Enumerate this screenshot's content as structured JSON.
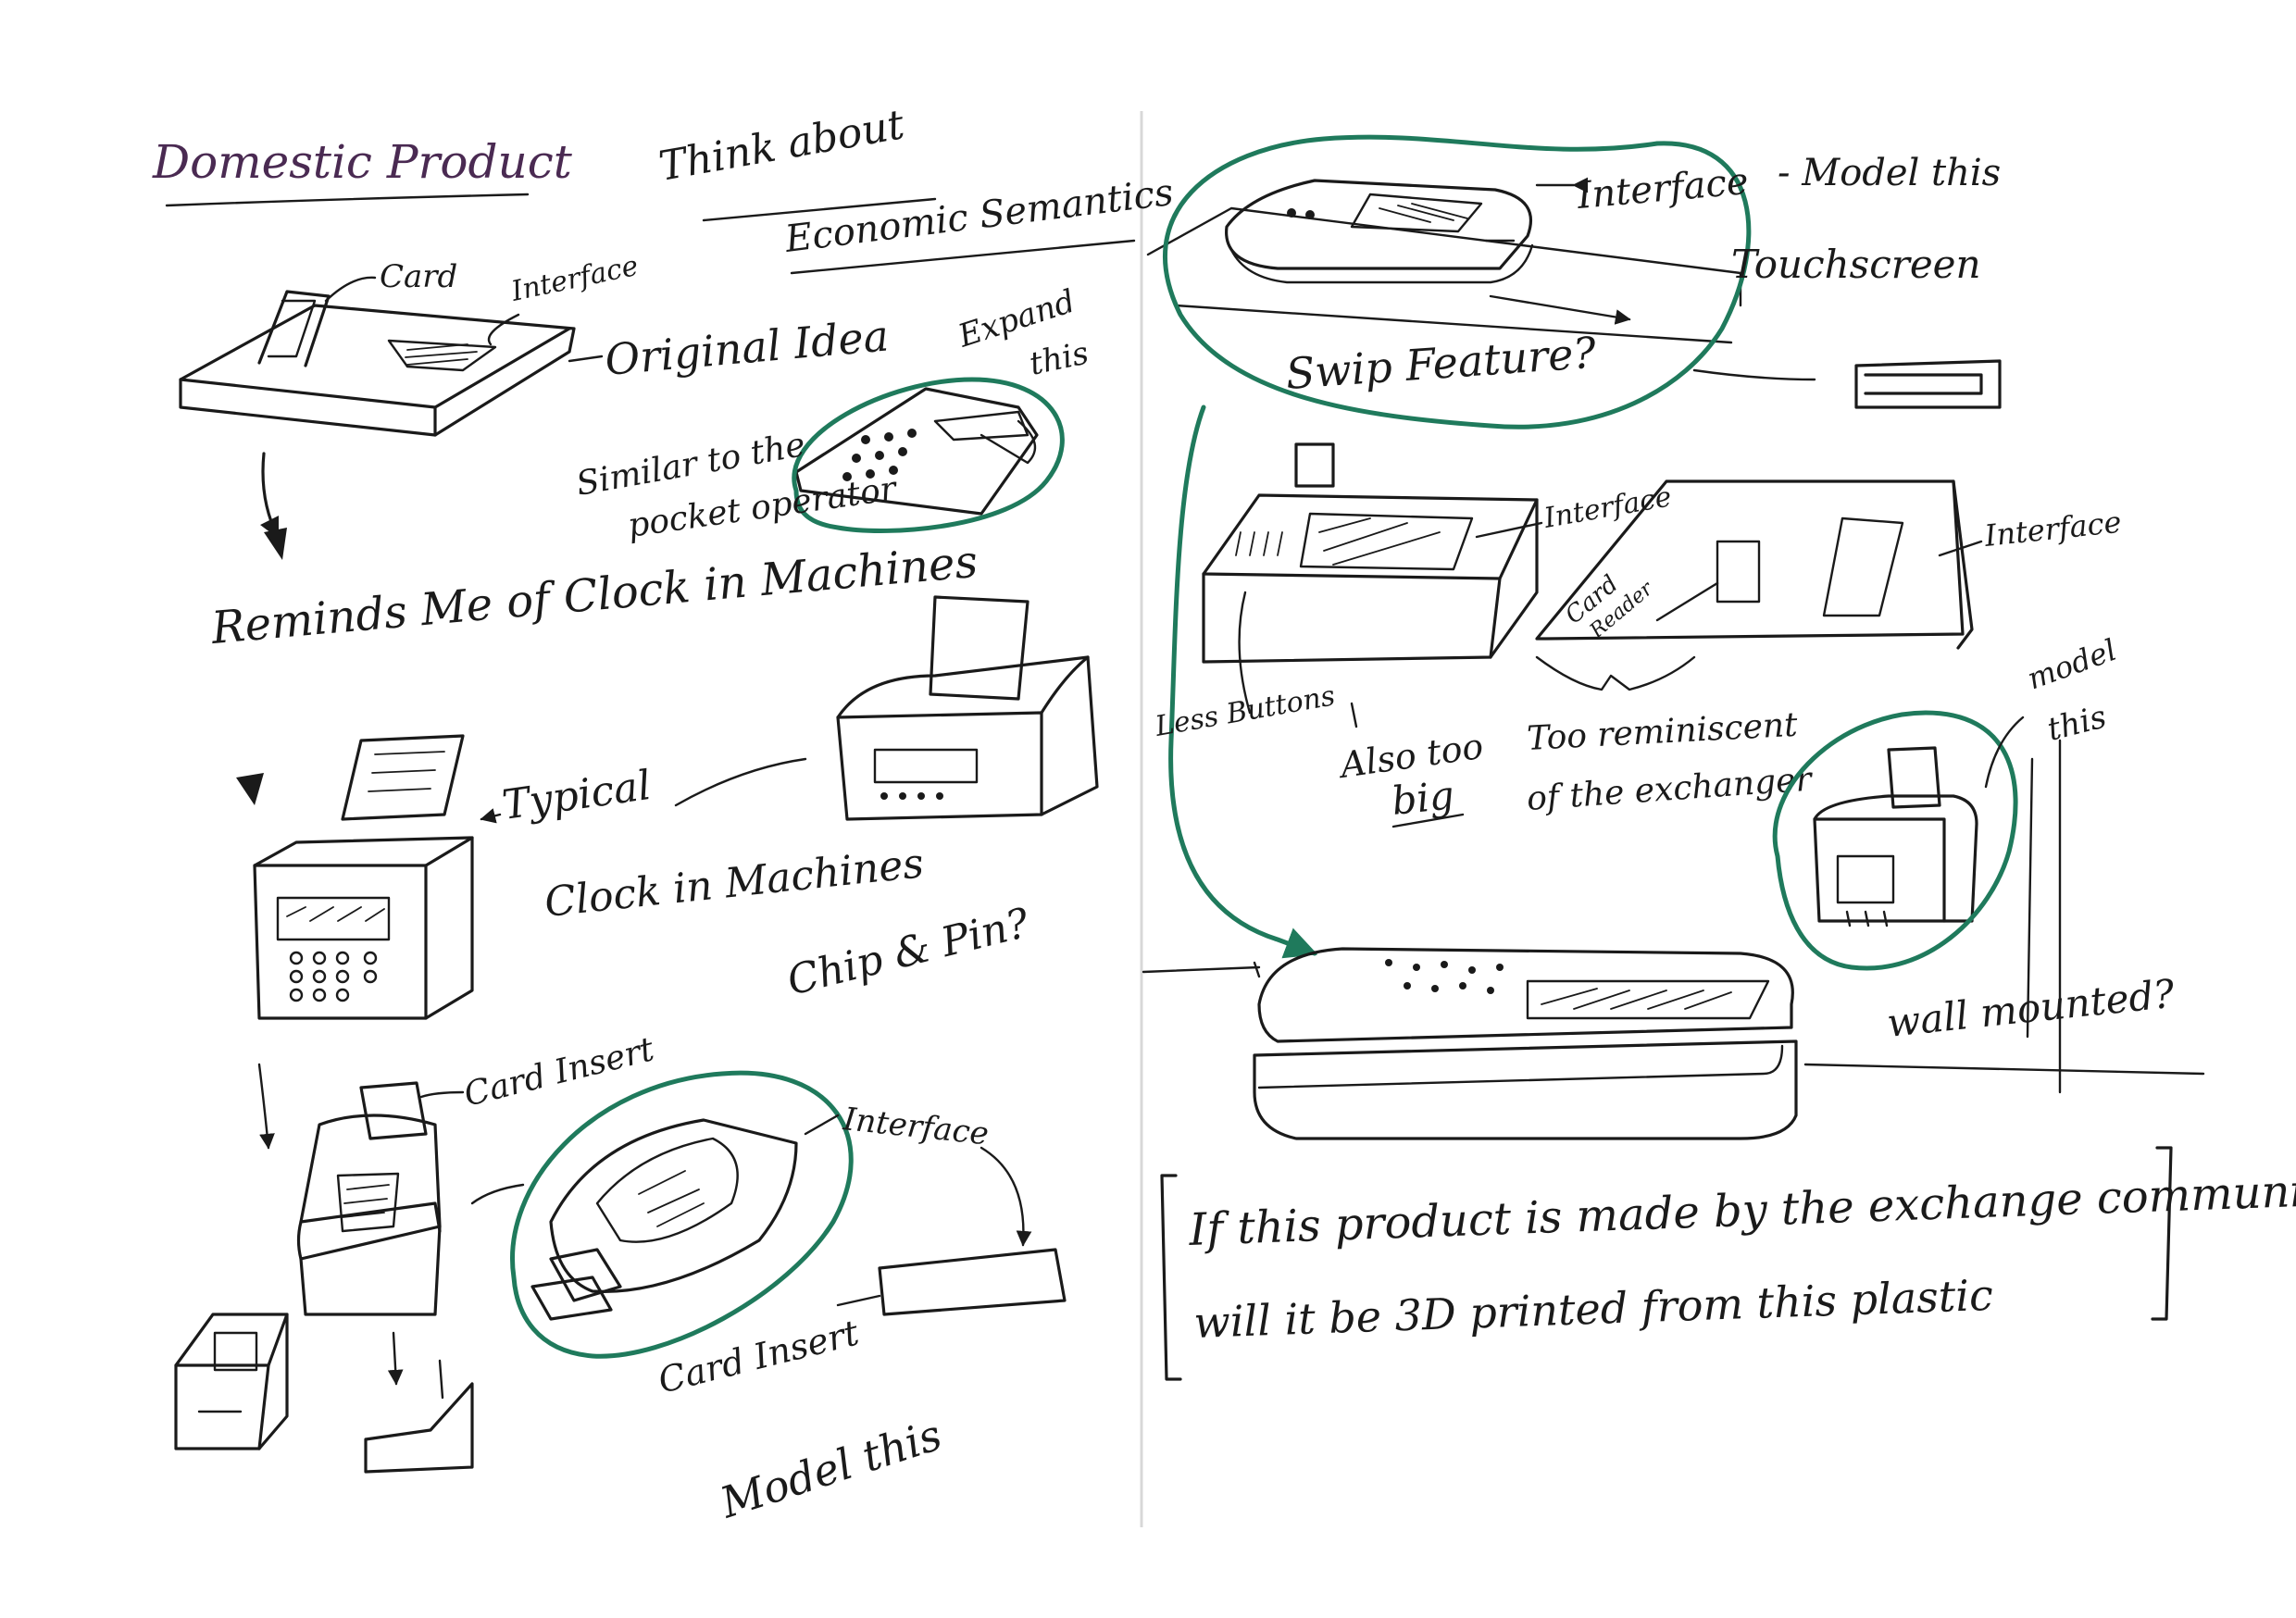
{
  "colors": {
    "ink": "#1a1a1a",
    "green_marker": "#1f7a5c",
    "purple_ink": "#4a2a52",
    "paper": "#ffffff",
    "page_gutter": "#d8d8d8"
  },
  "left_page": {
    "title": "Domestic Product",
    "think_line1": "Think about",
    "think_line2": "Economic Semantics",
    "label_card": "Card",
    "label_interface": "Interface",
    "label_original": "Original Idea",
    "label_expand": "Expand",
    "label_expand2": "this",
    "label_similar1": "Similar to the",
    "label_similar2": "pocket operator",
    "label_reminds": "Reminds Me of Clock in Machines",
    "label_typical1": "Typical",
    "label_typical2": "Clock in Machines",
    "label_chip": "Chip & Pin?",
    "label_card_insert": "Card Insert",
    "label_interface2": "Interface",
    "label_card_insert2": "Card Insert",
    "label_model": "Model this"
  },
  "right_page": {
    "label_interface": "Interface",
    "label_model": "- Model this",
    "label_touchscreen": "Touchscreen",
    "label_swip": "Swip Feature?",
    "label_interface_mid": "Interface",
    "label_interface_right": "Interface",
    "label_card_reader1": "Card",
    "label_card_reader2": "Reader",
    "label_less_buttons": "Less Buttons",
    "label_also1": "Also too",
    "label_also2": "big",
    "label_too_reminiscent": "Too reminiscent",
    "label_of_exchanger": "of the exchanger",
    "label_model_this1": "model",
    "label_model_this2": "this",
    "label_wall": "wall mounted?",
    "note_line1": "If this product is made by the exchange community",
    "note_line2": "will it be 3D printed from this plastic"
  }
}
